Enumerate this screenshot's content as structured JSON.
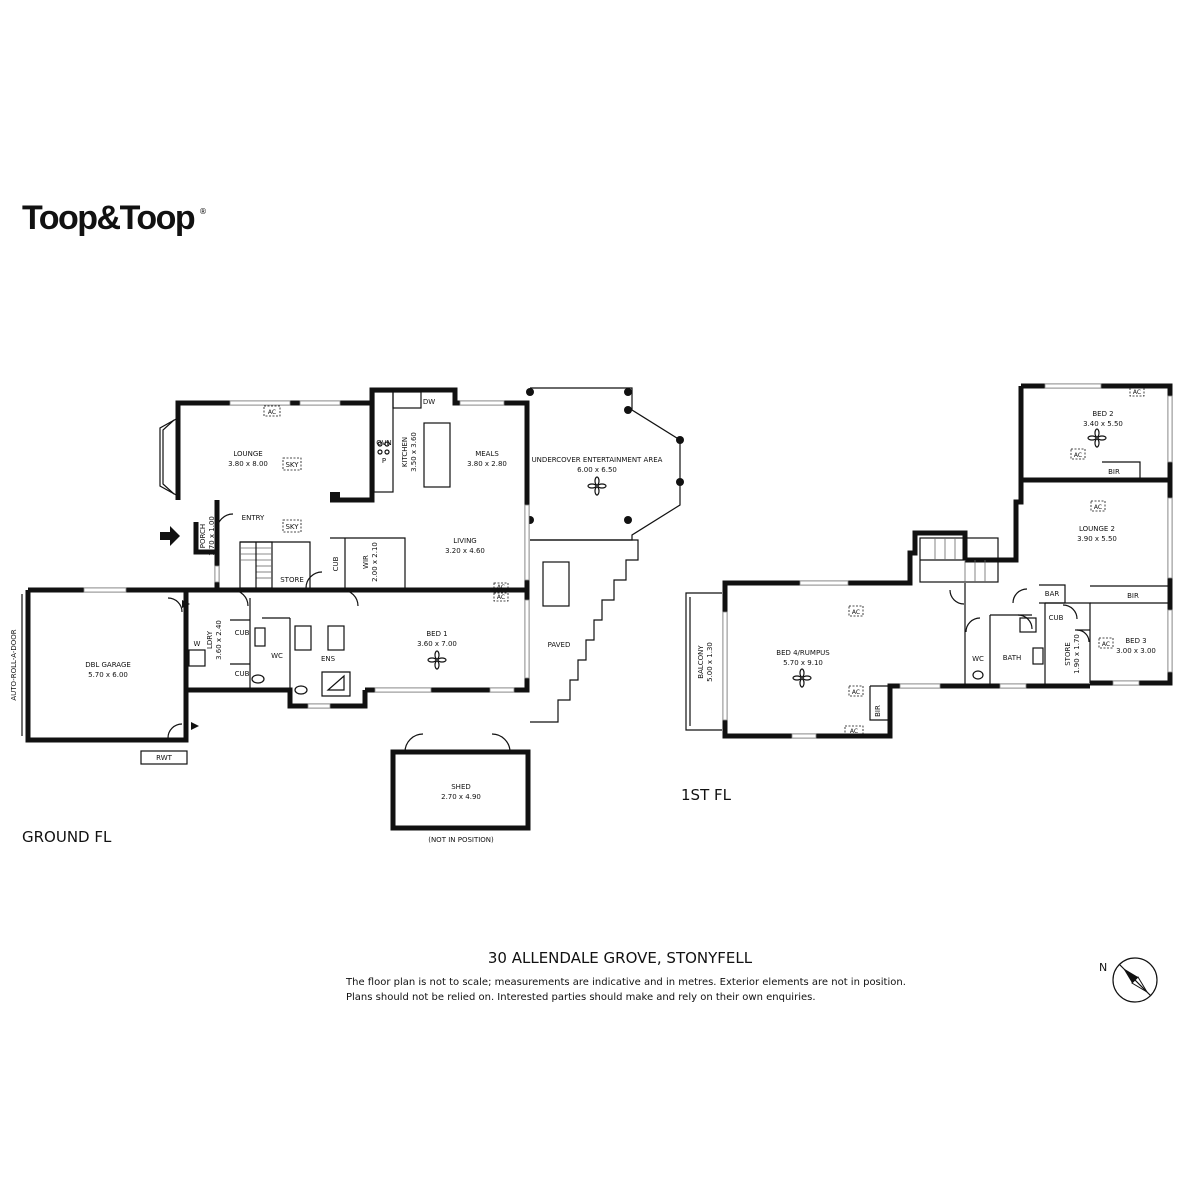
{
  "brand": {
    "logo_text": "Toop&Toop",
    "registered": "®"
  },
  "floors": {
    "ground": "GROUND FL",
    "first": "1ST FL"
  },
  "address": "30 ALLENDALE GROVE, STONYFELL",
  "disclaimer": {
    "line1": "The floor plan is not to scale; measurements are indicative and in metres. Exterior elements are not in position.",
    "line2": "Plans should not be relied on. Interested parties should make and rely on their own enquiries."
  },
  "compass": {
    "north": "N"
  },
  "ground_rooms": {
    "lounge": {
      "name": "LOUNGE",
      "dims": "3.80 x 8.00"
    },
    "kitchen": {
      "name": "KITCHEN",
      "dims": "3.50 x 3.60"
    },
    "meals": {
      "name": "MEALS",
      "dims": "3.80 x 2.80"
    },
    "living": {
      "name": "LIVING",
      "dims": "3.20 x 4.60"
    },
    "entertainment": {
      "name": "UNDERCOVER ENTERTAINMENT AREA",
      "dims": "6.00 x 6.50"
    },
    "porch": {
      "name": "PORCH",
      "dims": "1.70 x 1.00"
    },
    "entry": {
      "name": "ENTRY"
    },
    "store": {
      "name": "STORE"
    },
    "wir": {
      "name": "WIR",
      "dims": "2.00 x 2.10"
    },
    "cub": {
      "name": "CUB"
    },
    "bed1": {
      "name": "BED 1",
      "dims": "3.60 x 7.00"
    },
    "ens": {
      "name": "ENS"
    },
    "wc": {
      "name": "WC"
    },
    "ldry": {
      "name": "LDRY",
      "dims": "3.60 x 2.40"
    },
    "w": {
      "name": "W"
    },
    "garage": {
      "name": "DBL GARAGE",
      "dims": "5.70 x 6.00"
    },
    "roller": {
      "name": "AUTO-ROLL-A-DOOR"
    },
    "rwt": {
      "name": "RWT"
    },
    "paved": {
      "name": "PAVED"
    },
    "shed": {
      "name": "SHED",
      "dims": "2.70 x 4.90"
    },
    "not_in_position": {
      "name": "(NOT IN POSITION)"
    }
  },
  "first_rooms": {
    "bed2": {
      "name": "BED 2",
      "dims": "3.40 x 5.50"
    },
    "bir": {
      "name": "BIR"
    },
    "lounge2": {
      "name": "LOUNGE 2",
      "dims": "3.90 x 5.50"
    },
    "bar": {
      "name": "BAR"
    },
    "cub": {
      "name": "CUB"
    },
    "bed3": {
      "name": "BED 3",
      "dims": "3.00 x 3.00"
    },
    "store": {
      "name": "STORE",
      "dims": "1.90 x 1.70"
    },
    "bath": {
      "name": "BATH"
    },
    "wc": {
      "name": "WC"
    },
    "bed4": {
      "name": "BED 4/RUMPUS",
      "dims": "5.70 x 9.10"
    },
    "balcony": {
      "name": "BALCONY",
      "dims": "5.00 x 1.30"
    }
  },
  "fixtures": {
    "ac": "AC",
    "sky": "SKY",
    "dw": "DW",
    "ovn": "OVN",
    "p": "P"
  }
}
